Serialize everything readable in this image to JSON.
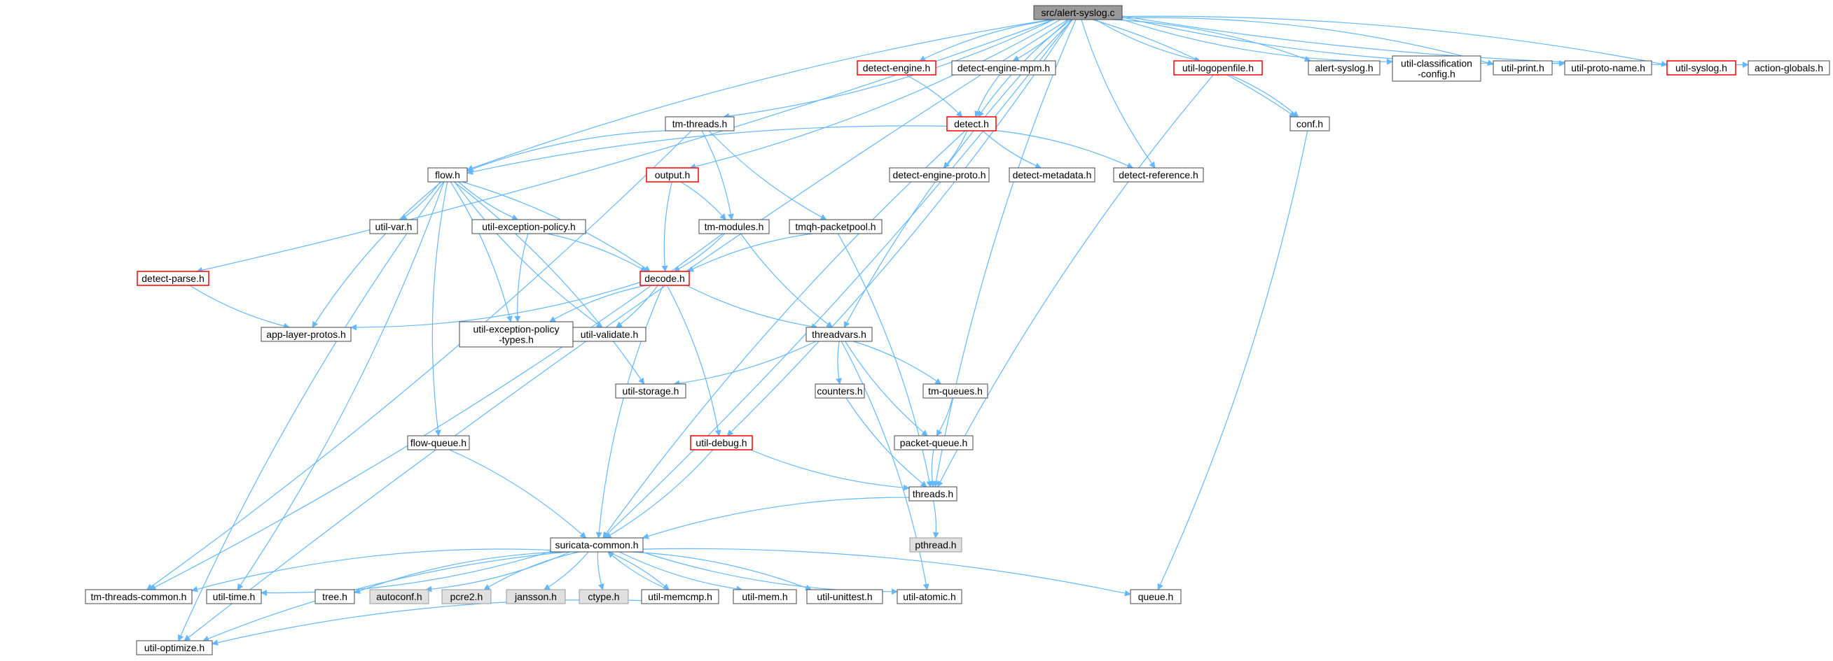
{
  "title": "src/alert-syslog.c",
  "colors": {
    "edge": "#63b8ff",
    "root_fill": "#999999",
    "normal_border": "#444444",
    "truncated_border": "#ff0000",
    "external_fill": "#e0e0e0",
    "external_border": "#999999"
  },
  "nodes": {
    "root": {
      "label": "src/alert-syslog.c",
      "kind": "root"
    },
    "detect_engine": {
      "label": "detect-engine.h",
      "kind": "truncated"
    },
    "detect_engine_mpm": {
      "label": "detect-engine-mpm.h",
      "kind": "normal"
    },
    "util_logopenfile": {
      "label": "util-logopenfile.h",
      "kind": "truncated"
    },
    "alert_syslog_h": {
      "label": "alert-syslog.h",
      "kind": "normal"
    },
    "util_classification_config": {
      "label": [
        "util-classification",
        "-config.h"
      ],
      "kind": "normal"
    },
    "util_print": {
      "label": "util-print.h",
      "kind": "normal"
    },
    "util_proto_name": {
      "label": "util-proto-name.h",
      "kind": "normal"
    },
    "util_syslog": {
      "label": "util-syslog.h",
      "kind": "truncated"
    },
    "action_globals": {
      "label": "action-globals.h",
      "kind": "normal"
    },
    "tm_threads": {
      "label": "tm-threads.h",
      "kind": "normal"
    },
    "detect": {
      "label": "detect.h",
      "kind": "truncated"
    },
    "conf": {
      "label": "conf.h",
      "kind": "normal"
    },
    "flow": {
      "label": "flow.h",
      "kind": "normal"
    },
    "output": {
      "label": "output.h",
      "kind": "truncated"
    },
    "detect_engine_proto": {
      "label": "detect-engine-proto.h",
      "kind": "normal"
    },
    "detect_metadata": {
      "label": "detect-metadata.h",
      "kind": "normal"
    },
    "detect_reference": {
      "label": "detect-reference.h",
      "kind": "normal"
    },
    "util_var": {
      "label": "util-var.h",
      "kind": "normal"
    },
    "util_exception_policy": {
      "label": "util-exception-policy.h",
      "kind": "normal"
    },
    "tm_modules": {
      "label": "tm-modules.h",
      "kind": "normal"
    },
    "tmqh_packetpool": {
      "label": "tmqh-packetpool.h",
      "kind": "normal"
    },
    "detect_parse": {
      "label": "detect-parse.h",
      "kind": "truncated"
    },
    "decode": {
      "label": "decode.h",
      "kind": "truncated"
    },
    "app_layer_protos": {
      "label": "app-layer-protos.h",
      "kind": "normal"
    },
    "util_exception_policy_types": {
      "label": [
        "util-exception-policy",
        "-types.h"
      ],
      "kind": "normal"
    },
    "util_validate": {
      "label": "util-validate.h",
      "kind": "normal"
    },
    "threadvars": {
      "label": "threadvars.h",
      "kind": "normal"
    },
    "util_storage": {
      "label": "util-storage.h",
      "kind": "normal"
    },
    "counters": {
      "label": "counters.h",
      "kind": "normal"
    },
    "tm_queues": {
      "label": "tm-queues.h",
      "kind": "normal"
    },
    "flow_queue": {
      "label": "flow-queue.h",
      "kind": "normal"
    },
    "util_debug": {
      "label": "util-debug.h",
      "kind": "truncated"
    },
    "packet_queue": {
      "label": "packet-queue.h",
      "kind": "normal"
    },
    "threads": {
      "label": "threads.h",
      "kind": "normal"
    },
    "suricata_common": {
      "label": "suricata-common.h",
      "kind": "normal"
    },
    "pthread": {
      "label": "pthread.h",
      "kind": "external"
    },
    "tm_threads_common": {
      "label": "tm-threads-common.h",
      "kind": "normal"
    },
    "util_time": {
      "label": "util-time.h",
      "kind": "normal"
    },
    "tree": {
      "label": "tree.h",
      "kind": "normal"
    },
    "autoconf": {
      "label": "autoconf.h",
      "kind": "external"
    },
    "pcre2": {
      "label": "pcre2.h",
      "kind": "external"
    },
    "jansson": {
      "label": "jansson.h",
      "kind": "external"
    },
    "ctype": {
      "label": "ctype.h",
      "kind": "external"
    },
    "util_memcmp": {
      "label": "util-memcmp.h",
      "kind": "normal"
    },
    "util_mem": {
      "label": "util-mem.h",
      "kind": "normal"
    },
    "util_unittest": {
      "label": "util-unittest.h",
      "kind": "normal"
    },
    "util_atomic": {
      "label": "util-atomic.h",
      "kind": "normal"
    },
    "queue": {
      "label": "queue.h",
      "kind": "normal"
    },
    "util_optimize": {
      "label": "util-optimize.h",
      "kind": "normal"
    }
  },
  "edges": [
    [
      "root",
      "detect_engine"
    ],
    [
      "root",
      "detect_engine_mpm"
    ],
    [
      "root",
      "util_logopenfile"
    ],
    [
      "root",
      "alert_syslog_h"
    ],
    [
      "root",
      "util_classification_config"
    ],
    [
      "root",
      "util_print"
    ],
    [
      "root",
      "util_proto_name"
    ],
    [
      "root",
      "util_syslog"
    ],
    [
      "root",
      "action_globals"
    ],
    [
      "root",
      "tm_threads"
    ],
    [
      "root",
      "detect"
    ],
    [
      "root",
      "conf"
    ],
    [
      "root",
      "flow"
    ],
    [
      "root",
      "output"
    ],
    [
      "root",
      "detect_reference"
    ],
    [
      "root",
      "detect_parse"
    ],
    [
      "root",
      "threadvars"
    ],
    [
      "root",
      "util_debug"
    ],
    [
      "root",
      "threads"
    ],
    [
      "root",
      "suricata_common"
    ],
    [
      "root",
      "util_optimize"
    ],
    [
      "detect_engine",
      "detect"
    ],
    [
      "detect_engine_mpm",
      "detect"
    ],
    [
      "util_logopenfile",
      "conf"
    ],
    [
      "util_logopenfile",
      "threads"
    ],
    [
      "conf",
      "queue"
    ],
    [
      "tm_threads",
      "flow"
    ],
    [
      "tm_threads",
      "tm_modules"
    ],
    [
      "tm_threads",
      "tmqh_packetpool"
    ],
    [
      "tm_threads",
      "tm_threads_common"
    ],
    [
      "detect",
      "flow"
    ],
    [
      "detect",
      "detect_engine_proto"
    ],
    [
      "detect",
      "detect_metadata"
    ],
    [
      "detect",
      "detect_reference"
    ],
    [
      "detect",
      "suricata_common"
    ],
    [
      "flow",
      "util_var"
    ],
    [
      "flow",
      "util_exception_policy"
    ],
    [
      "flow",
      "decode"
    ],
    [
      "flow",
      "app_layer_protos"
    ],
    [
      "flow",
      "util_exception_policy_types"
    ],
    [
      "flow",
      "util_validate"
    ],
    [
      "flow",
      "util_storage"
    ],
    [
      "flow",
      "flow_queue"
    ],
    [
      "flow",
      "util_time"
    ],
    [
      "flow",
      "util_optimize"
    ],
    [
      "output",
      "tm_modules"
    ],
    [
      "output",
      "decode"
    ],
    [
      "util_exception_policy",
      "decode"
    ],
    [
      "util_exception_policy",
      "util_exception_policy_types"
    ],
    [
      "tm_modules",
      "decode"
    ],
    [
      "tm_modules",
      "threadvars"
    ],
    [
      "tm_modules",
      "tm_threads_common"
    ],
    [
      "tmqh_packetpool",
      "decode"
    ],
    [
      "tmqh_packetpool",
      "threads"
    ],
    [
      "detect_parse",
      "app_layer_protos"
    ],
    [
      "decode",
      "app_layer_protos"
    ],
    [
      "decode",
      "util_exception_policy_types"
    ],
    [
      "decode",
      "util_validate"
    ],
    [
      "decode",
      "threadvars"
    ],
    [
      "decode",
      "util_debug"
    ],
    [
      "decode",
      "suricata_common"
    ],
    [
      "threadvars",
      "util_storage"
    ],
    [
      "threadvars",
      "counters"
    ],
    [
      "threadvars",
      "tm_queues"
    ],
    [
      "threadvars",
      "packet_queue"
    ],
    [
      "threadvars",
      "util_atomic"
    ],
    [
      "counters",
      "threads"
    ],
    [
      "tm_queues",
      "packet_queue"
    ],
    [
      "packet_queue",
      "threads"
    ],
    [
      "flow_queue",
      "suricata_common"
    ],
    [
      "util_debug",
      "threads"
    ],
    [
      "util_debug",
      "suricata_common"
    ],
    [
      "threads",
      "suricata_common"
    ],
    [
      "threads",
      "pthread"
    ],
    [
      "suricata_common",
      "tm_threads_common"
    ],
    [
      "suricata_common",
      "util_time"
    ],
    [
      "suricata_common",
      "tree"
    ],
    [
      "suricata_common",
      "autoconf"
    ],
    [
      "suricata_common",
      "pcre2"
    ],
    [
      "suricata_common",
      "jansson"
    ],
    [
      "suricata_common",
      "ctype"
    ],
    [
      "suricata_common",
      "util_memcmp"
    ],
    [
      "suricata_common",
      "util_mem"
    ],
    [
      "suricata_common",
      "util_unittest"
    ],
    [
      "suricata_common",
      "util_atomic"
    ],
    [
      "suricata_common",
      "queue"
    ],
    [
      "suricata_common",
      "util_optimize"
    ],
    [
      "util_memcmp",
      "suricata_common"
    ],
    [
      "util_memcmp",
      "util_optimize"
    ]
  ]
}
